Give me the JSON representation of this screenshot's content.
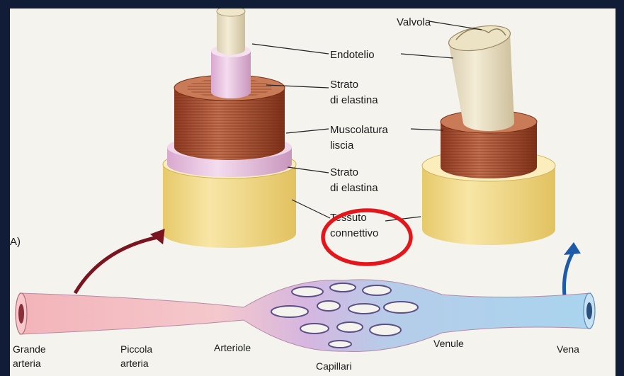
{
  "panel_marker": "A)",
  "labels": {
    "valvola": "Valvola",
    "endotelio": "Endotelio",
    "strato_elastina_1_line1": "Strato",
    "strato_elastina_1_line2": "di elastina",
    "muscolatura_line1": "Muscolatura",
    "muscolatura_line2": "liscia",
    "strato_elastina_2_line1": "Strato",
    "strato_elastina_2_line2": "di elastina",
    "tessuto_line1": "Tessuto",
    "tessuto_line2": "connettivo"
  },
  "vessels": {
    "grande_arteria_line1": "Grande",
    "grande_arteria_line2": "arteria",
    "piccola_arteria_line1": "Piccola",
    "piccola_arteria_line2": "arteria",
    "arteriole": "Arteriole",
    "capillari": "Capillari",
    "venule": "Venule",
    "vena": "Vena"
  },
  "colors": {
    "frame": "#111c36",
    "panel": "#f4f3ee",
    "highlight_circle": "#e4161b",
    "artery_arrow": "#7a1520",
    "vein_arrow": "#1d5aa8",
    "connective": "#f3dc8c",
    "muscle": "#b0583a",
    "elastin": "#e8c6e0",
    "endothelium": "#efe7cf"
  }
}
